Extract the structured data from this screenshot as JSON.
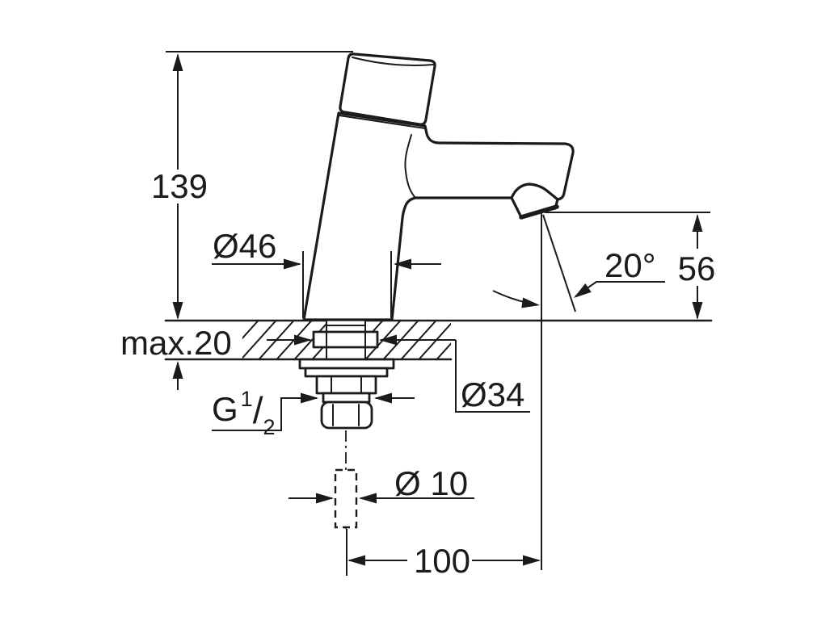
{
  "drawing": {
    "type": "technical-dimension-drawing",
    "subject": "single-hole pillar tap side view with mounting cross-section",
    "background_color": "#ffffff",
    "line_color": "#1b1b1b",
    "units_implied": "mm",
    "dimensions": {
      "total_height": "139",
      "base_diameter": "Ø46",
      "spout_angle": "20°",
      "outlet_height": "56",
      "deck_thickness": "max.20",
      "shank_diameter": "Ø34",
      "connection_thread": {
        "prefix": "G",
        "numerator": "1",
        "separator": "/",
        "denominator": "2"
      },
      "supply_diameter": "Ø 10",
      "spout_reach": "100"
    }
  }
}
